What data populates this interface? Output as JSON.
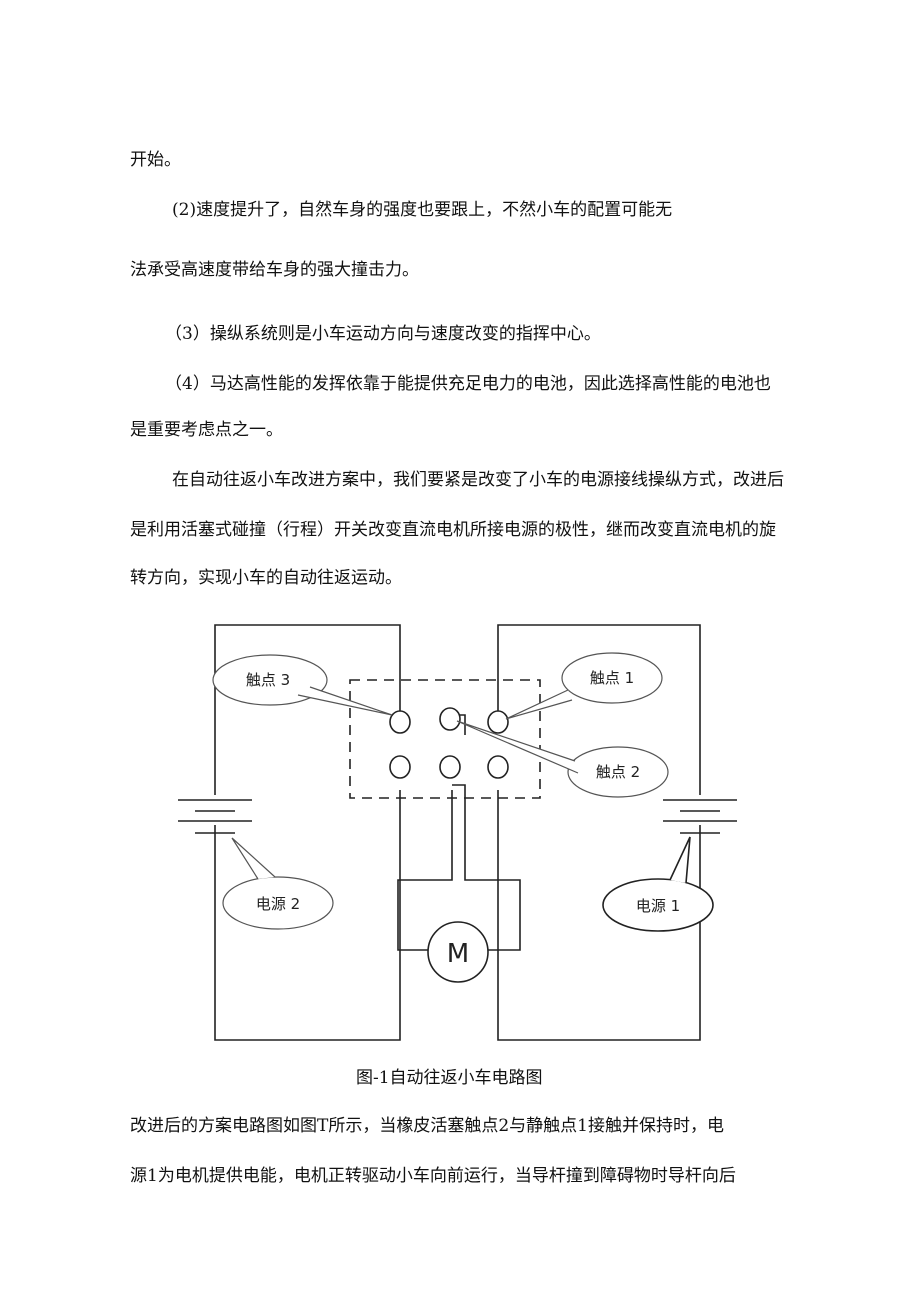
{
  "text": {
    "line1": "开始。",
    "line2": "(2)速度提升了，自然车身的强度也要跟上，不然小车的配置可能无",
    "line3": "法承受高速度带给车身的强大撞击力。",
    "line4": "（3）操纵系统则是小车运动方向与速度改变的指挥中心。",
    "line5": "（4）马达高性能的发挥依靠于能提供充足电力的电池，因此选择高性能的电池也",
    "line6": "是重要考虑点之一。",
    "line7": "在自动往返小车改进方案中，我们要紧是改变了小车的电源接线操纵方式，改进后",
    "line8": "是利用活塞式碰撞（行程）开关改变直流电机所接电源的极性，继而改变直流电机的旋",
    "line9": "转方向，实现小车的自动往返运动。",
    "line10": "改进后的方案电路图如图T所示，当橡皮活塞触点2与静触点1接触并保持时，电",
    "line11": "源1为电机提供电能，电机正转驱动小车向前运行，当导杆撞到障碍物时导杆向后"
  },
  "figure": {
    "caption": "图-1自动往返小车电路图",
    "labels": {
      "contact3": "触点 3",
      "contact1": "触点 1",
      "contact2": "触点 2",
      "power2": "电源 2",
      "power1": "电源 1",
      "motor": "M"
    }
  }
}
